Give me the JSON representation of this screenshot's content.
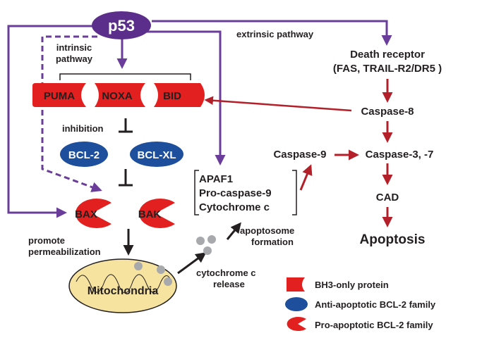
{
  "nodes": {
    "p53": "p53",
    "puma": "PUMA",
    "noxa": "NOXA",
    "bid": "BID",
    "bcl2": "BCL-2",
    "bclxl": "BCL-XL",
    "bax": "BAX",
    "bak": "BAK",
    "mitochondria": "Mitochondria",
    "apaf1": "APAF1",
    "procaspase9": "Pro-caspase-9",
    "cytochrome_c": "Cytochrome c",
    "caspase9": "Caspase-9",
    "caspase37": "Caspase-3, -7",
    "cad": "CAD",
    "apoptosis": "Apoptosis",
    "death_receptor_line1": "Death receptor",
    "death_receptor_line2": "(FAS, TRAIL-R2/DR5 )",
    "caspase8": "Caspase-8"
  },
  "labels": {
    "intrinsic_line1": "intrinsic",
    "intrinsic_line2": "pathway",
    "extrinsic": "extrinsic pathway",
    "inhibition": "inhibition",
    "promote_line1": "promote",
    "promote_line2": "permeabilization",
    "apoptosome_line1": "apoptosome",
    "apoptosome_line2": "formation",
    "cytc_release_line1": "cytochrome c",
    "cytc_release_line2": "release"
  },
  "legend": {
    "bh3": "BH3-only protein",
    "anti": "Anti-apoptotic BCL-2 family",
    "pro": "Pro-apoptotic BCL-2 family"
  },
  "colors": {
    "purple": "#6a3d9a",
    "p53_fill": "#5b2e8c",
    "red": "#e1201f",
    "dark_red": "#b3202a",
    "blue": "#1d4f9c",
    "mito_fill": "#f6e3a0",
    "grey_dot": "#a7a9ac",
    "text": "#231f20"
  }
}
